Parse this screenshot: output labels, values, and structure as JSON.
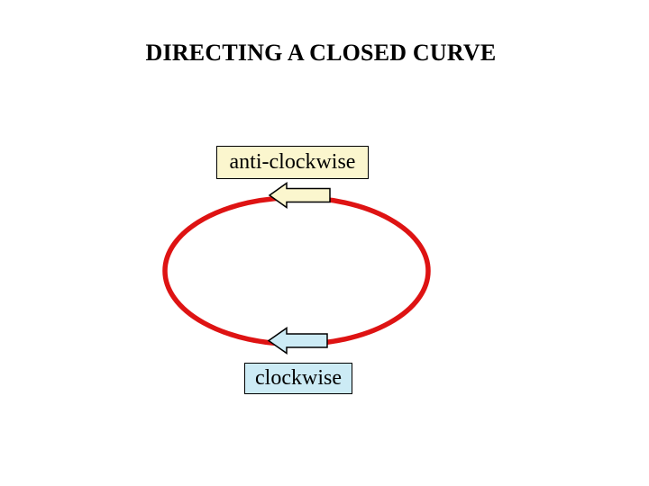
{
  "slide": {
    "title": "DIRECTING A CLOSED CURVE"
  },
  "diagram": {
    "curve": {
      "type": "ellipse",
      "description": "red closed curve"
    },
    "anti_clockwise": {
      "label": "anti-clockwise",
      "arrow_direction": "left",
      "position": "top of curve"
    },
    "clockwise": {
      "label": "clockwise",
      "arrow_direction": "left",
      "position": "bottom of curve"
    }
  },
  "colors": {
    "curve_red": "#de1313",
    "cream": "#fbf6ce",
    "light_blue": "#ccebf5",
    "outline": "#000000",
    "text": "#000000",
    "background": "#ffffff"
  }
}
